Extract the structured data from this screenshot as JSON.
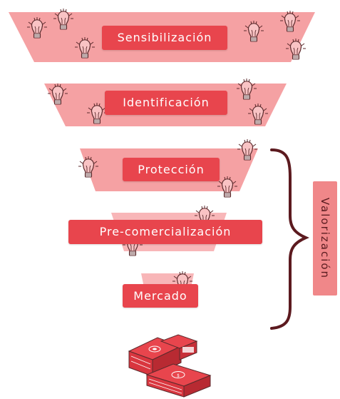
{
  "stages": [
    {
      "label": "Sensibilización"
    },
    {
      "label": "Identificación"
    },
    {
      "label": "Protección"
    },
    {
      "label": "Pre-comercialización"
    },
    {
      "label": "Mercado"
    }
  ],
  "side_label": "Valorización",
  "colors": {
    "funnel_fill": "#f5a1a3",
    "funnel_fill_light": "#f8b6b8",
    "label_fill": "#e8454d",
    "label_text": "#ffffff",
    "brace": "#5c1a1f",
    "side_label_fill": "#f08789",
    "side_label_text": "#5a1c20",
    "icon_stroke": "#5b2a2c",
    "money": "#d9363f"
  },
  "icons": [
    "lightbulb-icon",
    "money-stack-icon"
  ]
}
